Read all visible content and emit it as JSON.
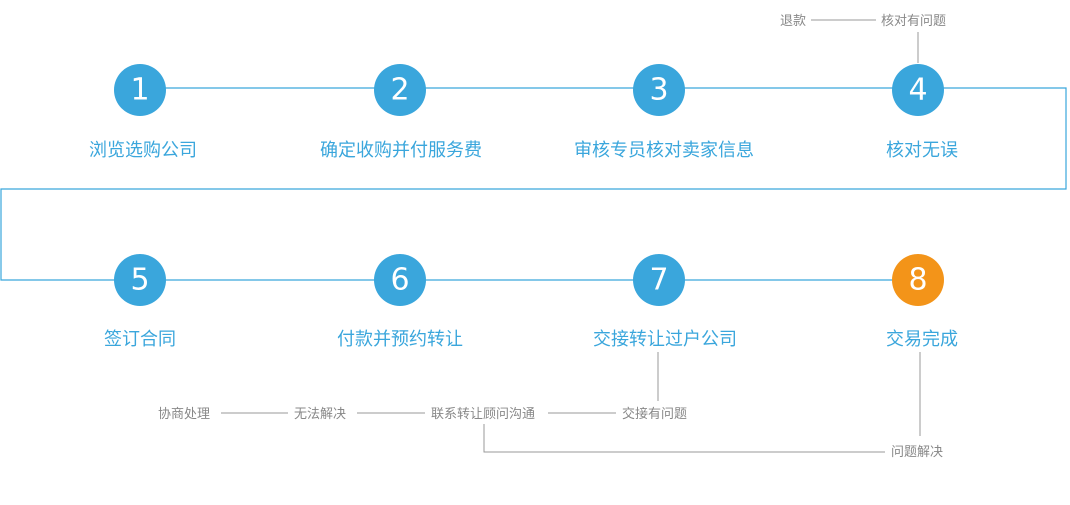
{
  "colors": {
    "primary": "#3aa6dc",
    "final": "#f39419",
    "note_text": "#888888",
    "connector_gray": "#999999"
  },
  "steps": [
    {
      "num": "1",
      "label": "浏览选购公司"
    },
    {
      "num": "2",
      "label": "确定收购并付服务费"
    },
    {
      "num": "3",
      "label": "审核专员核对卖家信息"
    },
    {
      "num": "4",
      "label": "核对无误"
    },
    {
      "num": "5",
      "label": "签订合同"
    },
    {
      "num": "6",
      "label": "付款并预约转让"
    },
    {
      "num": "7",
      "label": "交接转让过户公司"
    },
    {
      "num": "8",
      "label": "交易完成"
    }
  ],
  "notes": {
    "refund": "退款",
    "check_issue": "核对有问题",
    "negotiate": "协商处理",
    "unsolvable": "无法解决",
    "contact_advisor": "联系转让顾问沟通",
    "handover_issue": "交接有问题",
    "problem_solved": "问题解决"
  }
}
